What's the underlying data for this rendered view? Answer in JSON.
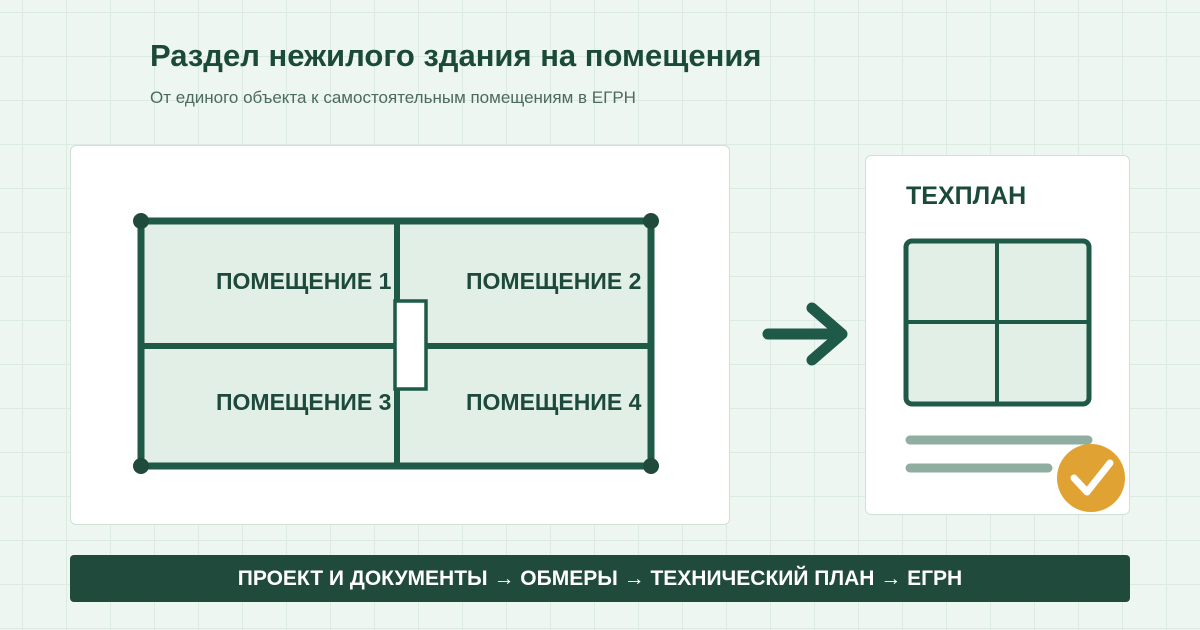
{
  "header": {
    "title": "Раздел нежилого здания на помещения",
    "subtitle": "От единого объекта к самостоятельным помещениям в ЕГРН"
  },
  "plan": {
    "rooms": [
      "ПОМЕЩЕНИЕ 1",
      "ПОМЕЩЕНИЕ 2",
      "ПОМЕЩЕНИЕ 3",
      "ПОМЕЩЕНИЕ 4"
    ]
  },
  "document": {
    "title": "ТЕХПЛАН"
  },
  "process": {
    "text": "ПРОЕКТ И ДОКУМЕНТЫ → ОБМЕРЫ → ТЕХНИЧЕСКИЙ ПЛАН → ЕГРН"
  },
  "colors": {
    "dark_green": "#1f5a48",
    "room_fill": "#e1efe7",
    "accent_gold": "#e0a232",
    "line_gray": "#8fada1"
  },
  "icons": [
    "arrow-right-icon",
    "checkmark-icon"
  ]
}
